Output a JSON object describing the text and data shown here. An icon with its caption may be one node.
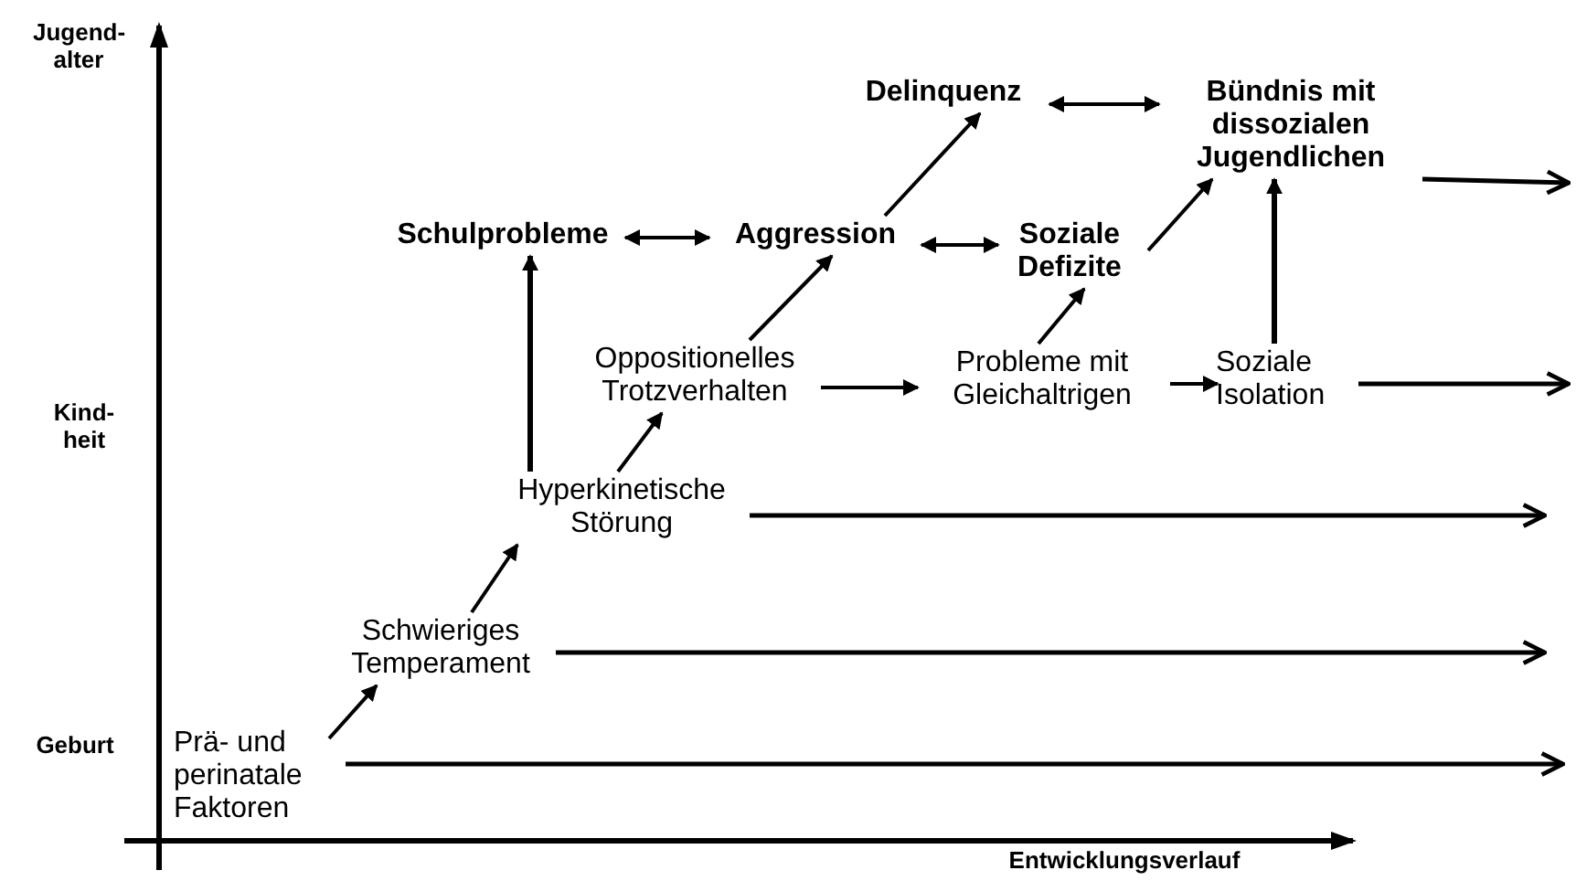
{
  "diagram": {
    "nodes": [
      {
        "text": [
          "Prä- und perinatale Faktoren"
        ]
      },
      {
        "text": [
          "Schwieriges Temperament"
        ]
      },
      {
        "text": [
          "Hyperkinetische Störung"
        ]
      },
      {
        "text": [
          "Schulprobleme"
        ]
      },
      {
        "text": [
          "Aggression"
        ]
      },
      {
        "text": [
          "Oppositionelles Trotzverhalten"
        ]
      },
      {
        "text": [
          "Delinquenz"
        ]
      },
      {
        "text": [
          "Bündnis mit dissozialen Jugendlichen"
        ]
      },
      {
        "text": [
          "Soziale Defizite"
        ]
      },
      {
        "text": [
          "Probleme mit Gleichaltrigen"
        ]
      },
      {
        "text": [
          "Soziale Isolation"
        ]
      }
    ],
    "edges": [
      {
        "from": 0,
        "to": 1,
        "arrow": "to"
      },
      {
        "from": 1,
        "to": 2,
        "arrow": "to"
      },
      {
        "from": 2,
        "to": 3,
        "arrow": "to"
      },
      {
        "from": 2,
        "to": 5,
        "arrow": "to"
      },
      {
        "from": 5,
        "to": 4,
        "arrow": "to"
      },
      {
        "from": 3,
        "to": 4,
        "arrow": "both"
      },
      {
        "from": 4,
        "to": 8,
        "arrow": "both"
      },
      {
        "from": 4,
        "to": 6,
        "arrow": "to"
      },
      {
        "from": 6,
        "to": 7,
        "arrow": "both"
      },
      {
        "from": 8,
        "to": 7,
        "arrow": "to"
      },
      {
        "from": 9,
        "to": 8,
        "arrow": "to"
      },
      {
        "from": 5,
        "to": 9,
        "arrow": "to"
      },
      {
        "from": 9,
        "to": 10,
        "arrow": "to"
      },
      {
        "from": 10,
        "to": 7,
        "arrow": "to"
      },
      {
        "from": 0,
        "to": null,
        "arrow": "to"
      },
      {
        "from": 1,
        "to": null,
        "arrow": "to"
      },
      {
        "from": 2,
        "to": null,
        "arrow": "to"
      },
      {
        "from": 10,
        "to": null,
        "arrow": "to"
      },
      {
        "from": 7,
        "to": null,
        "arrow": "to"
      }
    ],
    "labels": [
      "Jugend- alter",
      "Kind- heit",
      "Geburt",
      "Entwicklungsverlauf"
    ]
  }
}
